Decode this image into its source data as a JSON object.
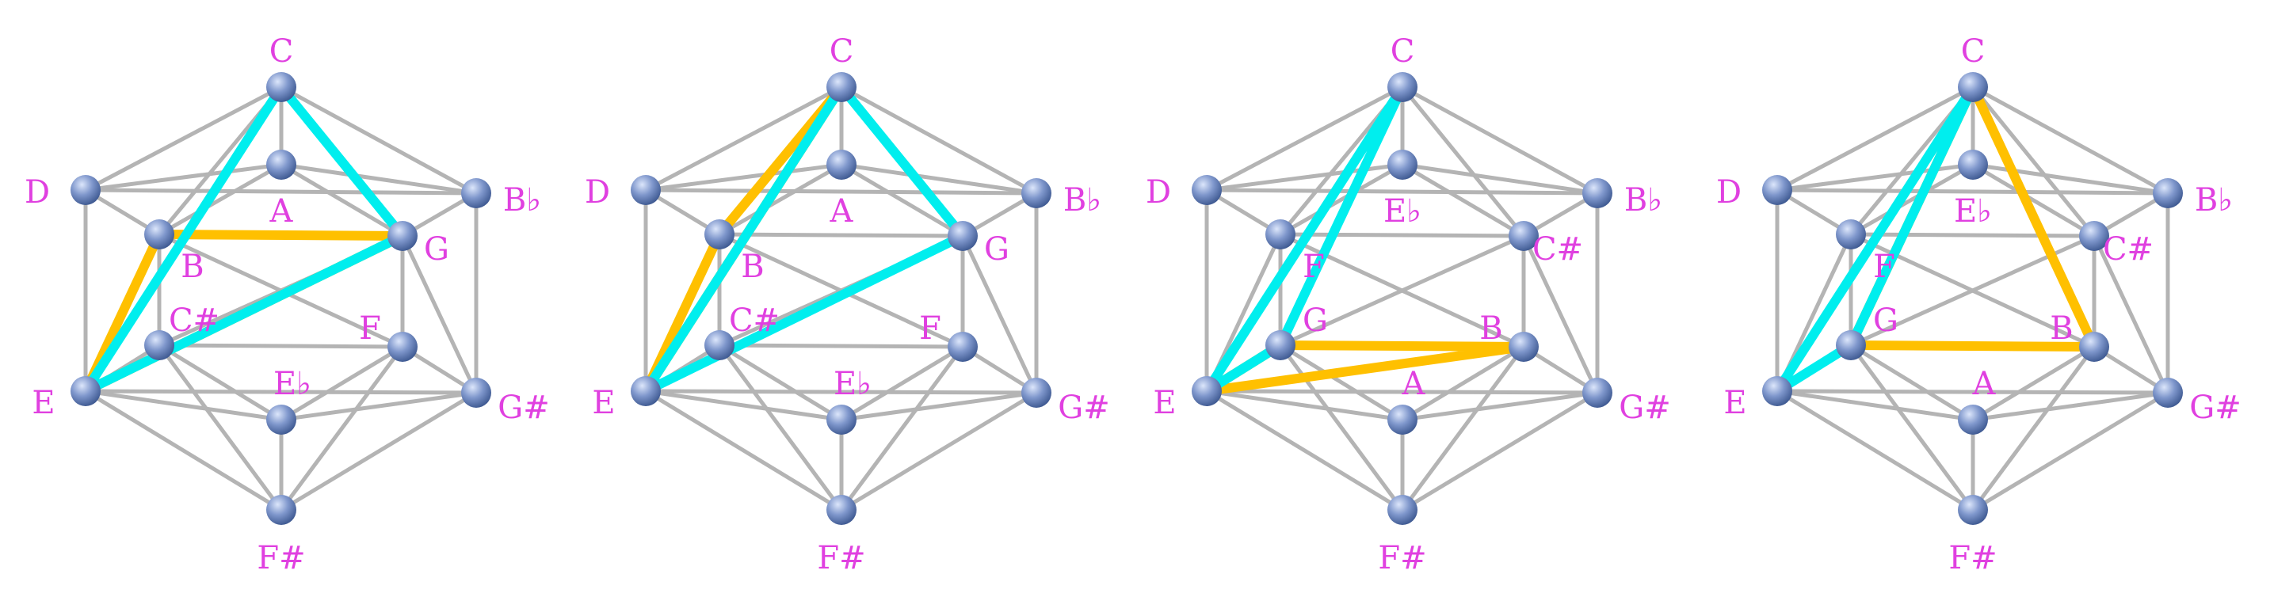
{
  "colors": {
    "label": "#e040e0",
    "edge": "#b4b4b4",
    "path_a": "#ffc000",
    "path_b": "#00eeee",
    "node_light": "#dce6fb",
    "node_mid": "#7f97cc",
    "node_dark": "#3f5a92"
  },
  "panels": [
    {
      "id": "panel-1",
      "labels": {
        "top": "C",
        "ul": "D",
        "ur": "B♭",
        "ll": "E",
        "lr": "G#",
        "bottom": "F#",
        "i_top": "A",
        "i_ul": "B",
        "i_ur": "G",
        "i_ll": "C#",
        "i_lr": "F",
        "i_bottom": "E♭"
      },
      "path_a": [
        "i_ul",
        "i_ur",
        "ll",
        "i_ul"
      ],
      "path_b": [
        "top",
        "i_ur",
        "ll",
        "top"
      ]
    },
    {
      "id": "panel-2",
      "labels": {
        "top": "C",
        "ul": "D",
        "ur": "B♭",
        "ll": "E",
        "lr": "G#",
        "bottom": "F#",
        "i_top": "A",
        "i_ul": "B",
        "i_ur": "G",
        "i_ll": "C#",
        "i_lr": "F",
        "i_bottom": "E♭"
      },
      "path_a": [
        "top",
        "i_ul",
        "ll",
        "top"
      ],
      "path_b": [
        "top",
        "i_ur",
        "ll",
        "top"
      ]
    },
    {
      "id": "panel-3",
      "labels": {
        "top": "C",
        "ul": "D",
        "ur": "B♭",
        "ll": "E",
        "lr": "G#",
        "bottom": "F#",
        "i_top": "E♭",
        "i_ul": "F",
        "i_ur": "C#",
        "i_ll": "G",
        "i_lr": "B",
        "i_bottom": "A"
      },
      "path_a": [
        "i_ll",
        "i_lr",
        "ll",
        "i_ll"
      ],
      "path_b": [
        "top",
        "i_ll",
        "ll",
        "top"
      ]
    },
    {
      "id": "panel-4",
      "labels": {
        "top": "C",
        "ul": "D",
        "ur": "B♭",
        "ll": "E",
        "lr": "G#",
        "bottom": "F#",
        "i_top": "E♭",
        "i_ul": "F",
        "i_ur": "C#",
        "i_ll": "G",
        "i_lr": "B",
        "i_bottom": "A"
      },
      "path_a": [
        "top",
        "i_ll",
        "i_lr",
        "top"
      ],
      "path_b": [
        "top",
        "i_ll",
        "ll",
        "top"
      ]
    }
  ]
}
